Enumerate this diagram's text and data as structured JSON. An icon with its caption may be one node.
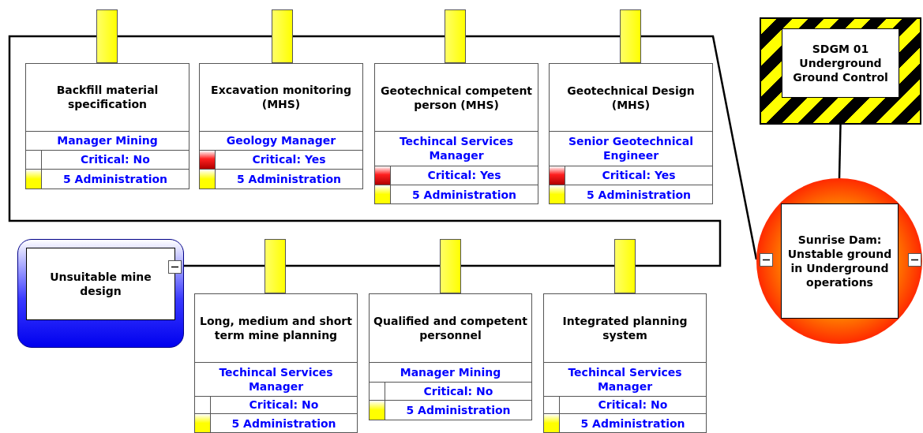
{
  "diagram": {
    "nodes": [
      {
        "text": [
          "Backfill material specification",
          "Manager Mining",
          "Critical: No",
          "5 Administration"
        ]
      },
      {
        "text": [
          "Excavation  monitoring (MHS)",
          "Geology Manager",
          "Critical: Yes",
          "5 Administration"
        ]
      },
      {
        "text": [
          "Geotechnical competent person (MHS)",
          "Techincal Services Manager",
          "Critical: Yes",
          "5 Administration"
        ]
      },
      {
        "text": [
          "Geotechnical Design (MHS)",
          "Senior Geotechnical Engineer",
          "Critical: Yes",
          "5 Administration"
        ]
      },
      {
        "text": [
          "SDGM 01 Underground Ground Control"
        ]
      },
      {
        "text": [
          "Sunrise Dam: Unstable ground in Underground operations"
        ]
      },
      {
        "text": [
          "Unsuitable mine design"
        ]
      },
      {
        "text": [
          "Long, medium and short term mine planning",
          "Techincal Services Manager",
          "Critical: No",
          "5 Administration"
        ]
      },
      {
        "text": [
          "Qualified and competent personnel",
          "Manager Mining",
          "Critical: No",
          "5 Administration"
        ]
      },
      {
        "text": [
          "Integrated planning system",
          "Techincal Services Manager",
          "Critical: No",
          "5 Administration"
        ]
      }
    ],
    "edges": [
      {
        "from": 6,
        "to": 7,
        "arrow": "none"
      },
      {
        "from": 7,
        "to": 8,
        "arrow": "none"
      },
      {
        "from": 8,
        "to": 9,
        "arrow": "none"
      },
      {
        "from": 9,
        "to": 0,
        "arrow": "none"
      },
      {
        "from": 0,
        "to": 1,
        "arrow": "none"
      },
      {
        "from": 1,
        "to": 2,
        "arrow": "none"
      },
      {
        "from": 2,
        "to": 3,
        "arrow": "none"
      },
      {
        "from": 3,
        "to": 5,
        "arrow": "none"
      },
      {
        "from": 4,
        "to": 5,
        "arrow": "none"
      }
    ]
  }
}
